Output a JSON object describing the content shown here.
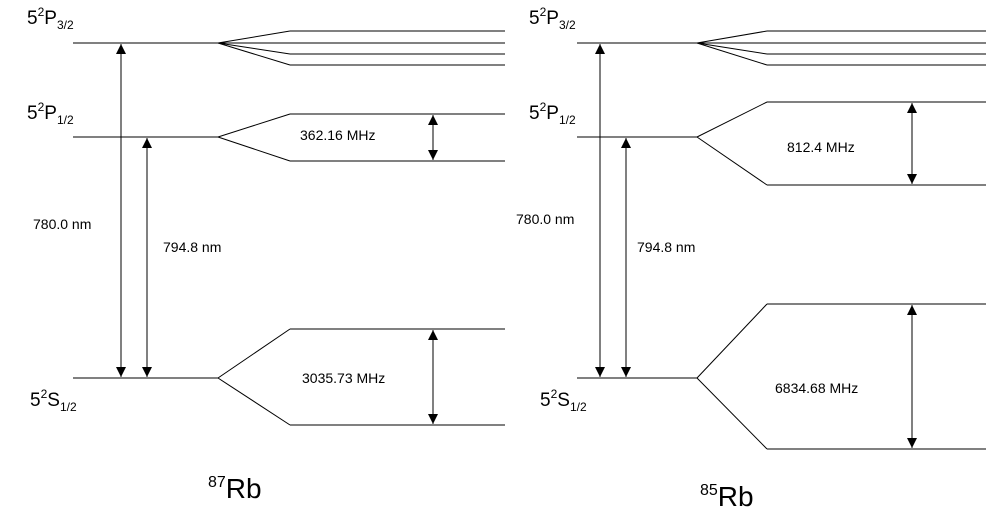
{
  "panels": [
    {
      "isotope": {
        "mass": "87",
        "symbol": "Rb"
      },
      "levels": {
        "p32": {
          "n": "5",
          "mult": "2",
          "L": "P",
          "J": "3/2"
        },
        "p12": {
          "n": "5",
          "mult": "2",
          "L": "P",
          "J": "1/2"
        },
        "s12": {
          "n": "5",
          "mult": "2",
          "L": "S",
          "J": "1/2"
        }
      },
      "transitions": {
        "d2": "780.0 nm",
        "d1": "794.8 nm"
      },
      "splittings": {
        "p12": "362.16 MHz",
        "s12": "3035.73 MHz"
      }
    },
    {
      "isotope": {
        "mass": "85",
        "symbol": "Rb"
      },
      "levels": {
        "p32": {
          "n": "5",
          "mult": "2",
          "L": "P",
          "J": "3/2"
        },
        "p12": {
          "n": "5",
          "mult": "2",
          "L": "P",
          "J": "1/2"
        },
        "s12": {
          "n": "5",
          "mult": "2",
          "L": "S",
          "J": "1/2"
        }
      },
      "transitions": {
        "d2": "780.0 nm",
        "d1": "794.8 nm"
      },
      "splittings": {
        "p12": "812.4 MHz",
        "s12": "6834.68 MHz"
      }
    }
  ]
}
